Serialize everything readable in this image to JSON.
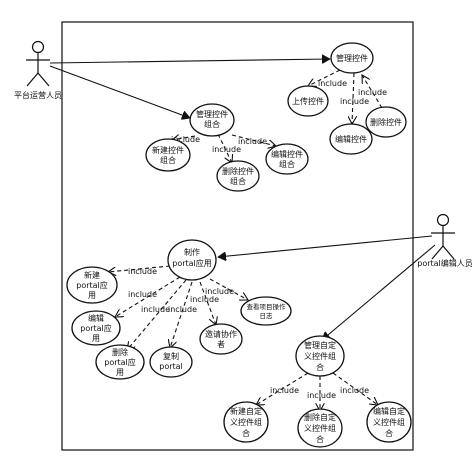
{
  "actors": {
    "platform_operator": "平台运营人员",
    "portal_editor": "portal编辑人员"
  },
  "dependency_label": "include",
  "use_cases": {
    "manage_control": "管理控件",
    "upload_control": "上传控件",
    "delete_control": "删除控件",
    "edit_control": "编辑控件",
    "manage_control_group": [
      "管理控件",
      "组合"
    ],
    "new_control_group": [
      "新建控件",
      "组合"
    ],
    "delete_control_group": [
      "删除控件",
      "组合"
    ],
    "edit_control_group": [
      "编辑控件",
      "组合"
    ],
    "make_portal_app": [
      "制作",
      "portal应用"
    ],
    "new_portal_app": [
      "新建",
      "portal应",
      "用"
    ],
    "edit_portal_app": [
      "编辑",
      "portal应",
      "用"
    ],
    "delete_portal_app": [
      "删除",
      "portal应",
      "用"
    ],
    "copy_portal": [
      "复制",
      "portal"
    ],
    "invite_collaborator": [
      "邀请协作",
      "者"
    ],
    "view_project_log": [
      "查看项目操作",
      "日志"
    ],
    "manage_custom_group": [
      "管理自定",
      "义控件组",
      "合"
    ],
    "new_custom_group": [
      "新建自定",
      "义控件组",
      "合"
    ],
    "delete_custom_group": [
      "删除自定",
      "义控件组",
      "合"
    ],
    "edit_custom_group": [
      "编辑自定",
      "义控件组",
      "合"
    ]
  }
}
